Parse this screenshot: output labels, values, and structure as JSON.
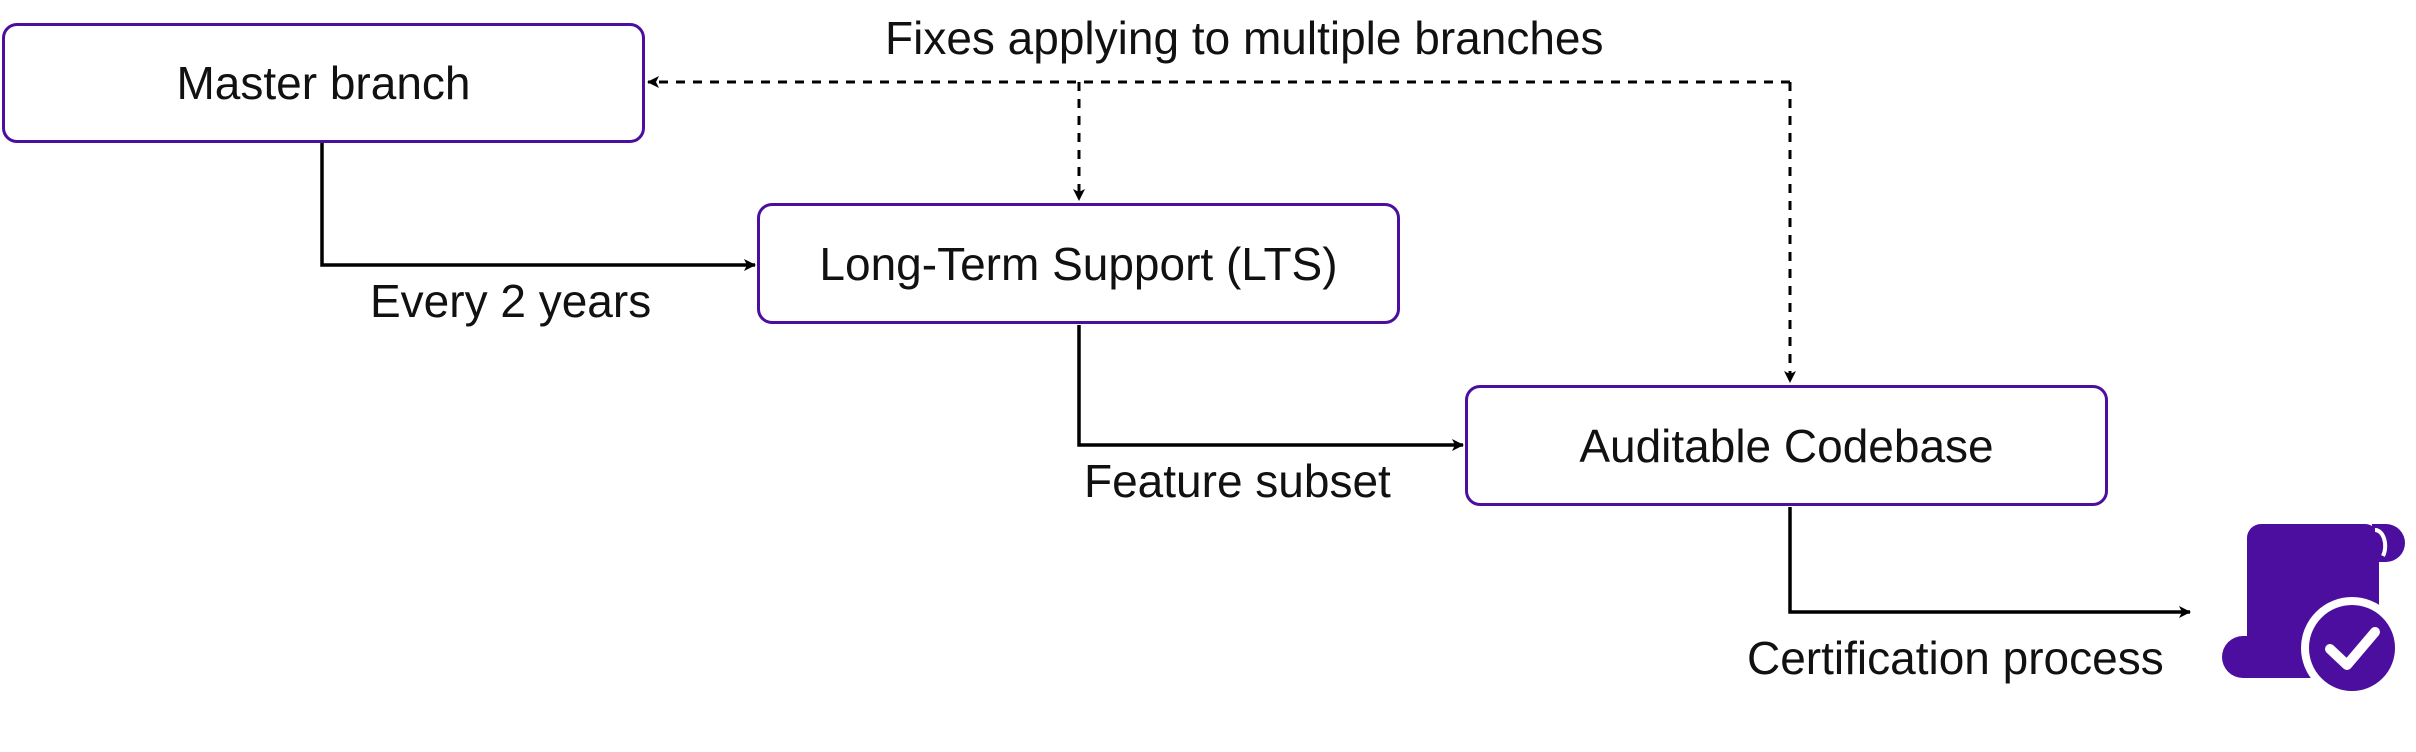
{
  "nodes": {
    "master": "Master branch",
    "lts": "Long-Term Support (LTS)",
    "auditable": "Auditable Codebase"
  },
  "edges": {
    "fixes": "Fixes applying to multiple branches",
    "every_two_years": "Every 2 years",
    "feature_subset": "Feature subset",
    "certification": "Certification process"
  },
  "icons": {
    "certificate": "certified-document-icon"
  },
  "colors": {
    "accent": "#4C0E9E",
    "line": "#000000",
    "text": "#111111"
  }
}
